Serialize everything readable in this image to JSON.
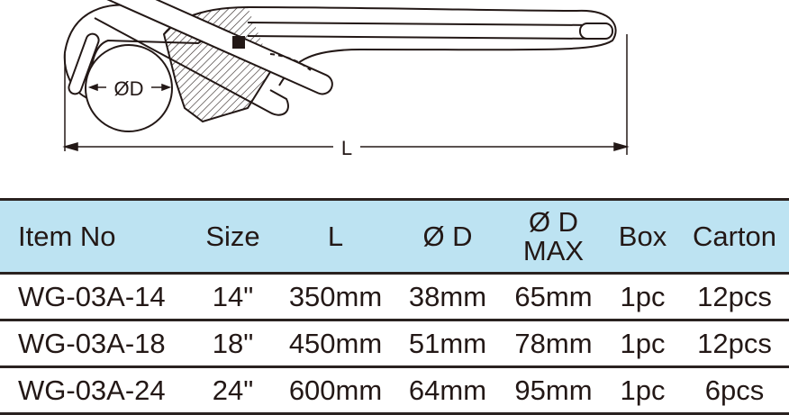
{
  "diagram": {
    "label_diameter": "ØD",
    "label_length": "L"
  },
  "table": {
    "header_bg": "#bde3f2",
    "columns": [
      {
        "line1": "Item No",
        "line2": ""
      },
      {
        "line1": "Size",
        "line2": ""
      },
      {
        "line1": "L",
        "line2": ""
      },
      {
        "line1": "Ø D",
        "line2": ""
      },
      {
        "line1": "Ø D",
        "line2": "MAX"
      },
      {
        "line1": "Box",
        "line2": ""
      },
      {
        "line1": "Carton",
        "line2": ""
      }
    ],
    "rows": [
      [
        "WG-03A-14",
        "14\"",
        "350mm",
        "38mm",
        "65mm",
        "1pc",
        "12pcs"
      ],
      [
        "WG-03A-18",
        "18\"",
        "450mm",
        "51mm",
        "78mm",
        "1pc",
        "12pcs"
      ],
      [
        "WG-03A-24",
        "24\"",
        "600mm",
        "64mm",
        "95mm",
        "1pc",
        "6pcs"
      ]
    ]
  }
}
